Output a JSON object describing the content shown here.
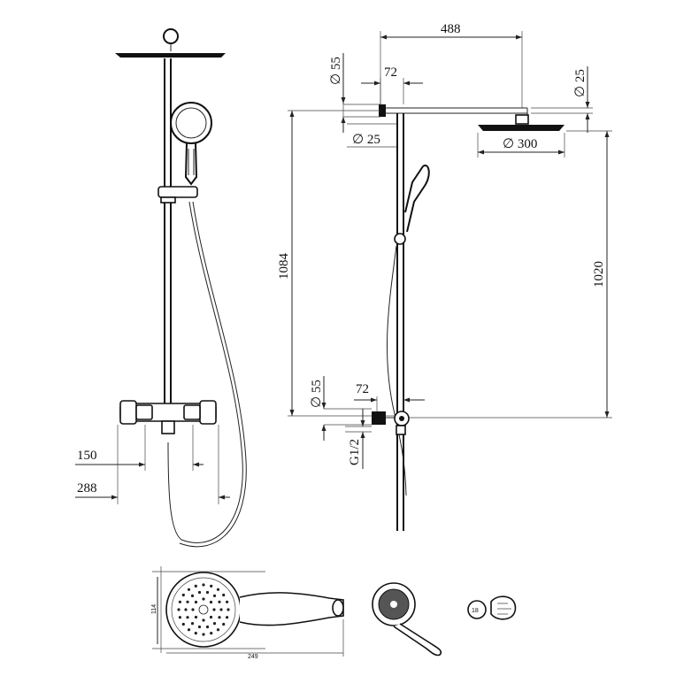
{
  "dimensions": {
    "arm_length": "488",
    "top_diameter_55": "55",
    "top_offset_72": "72",
    "arm_diameter_25": "25",
    "pipe_diameter_25": "25",
    "head_diameter_300": "300",
    "height_1084": "1084",
    "height_1020": "1020",
    "bottom_diameter_55": "55",
    "bottom_offset_72": "72",
    "thread": "G1/2",
    "mixer_150": "150",
    "mixer_288": "288",
    "hand_height": "114",
    "hand_length": "249",
    "spray_jets": "18"
  },
  "symbols": {
    "diameter": "∅"
  }
}
